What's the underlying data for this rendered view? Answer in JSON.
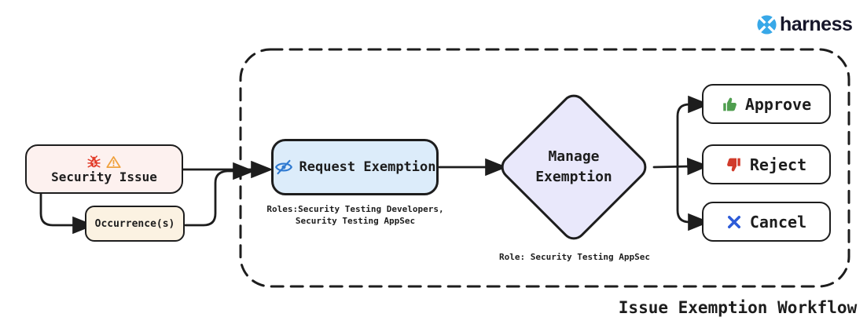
{
  "logo": {
    "text": "harness",
    "icon": "harness-knot-icon",
    "brand_blue": "#38a8e8"
  },
  "workflow": {
    "caption": "Issue Exemption Workflow",
    "security_issue": {
      "label": "Security Issue",
      "bg": "#fdf1ef",
      "icons": [
        "bug-icon",
        "warning-icon"
      ]
    },
    "occurrence": {
      "label": "Occurrence(s)",
      "bg": "#fbf2e2"
    },
    "request_exemption": {
      "label": "Request Exemption",
      "bg": "#dcecfa",
      "icon": "eye-slash-icon",
      "roles_note": "Roles:Security Testing Developers,\nSecurity Testing AppSec"
    },
    "manage_exemption": {
      "label": "Manage\nExemption",
      "bg": "#e9e8fb",
      "role_note": "Role: Security Testing AppSec"
    },
    "actions": {
      "approve": {
        "label": "Approve",
        "icon": "thumbs-up-icon",
        "color": "#4f9e4f"
      },
      "reject": {
        "label": "Reject",
        "icon": "thumbs-down-icon",
        "color": "#d13b2b"
      },
      "cancel": {
        "label": "Cancel",
        "icon": "x-icon",
        "color": "#2d5bd8"
      }
    }
  },
  "colors": {
    "ink": "#1d1d1d",
    "bug_red": "#e23c2a",
    "warning_orange": "#f0a23e",
    "eye_blue": "#2f7ad1"
  }
}
